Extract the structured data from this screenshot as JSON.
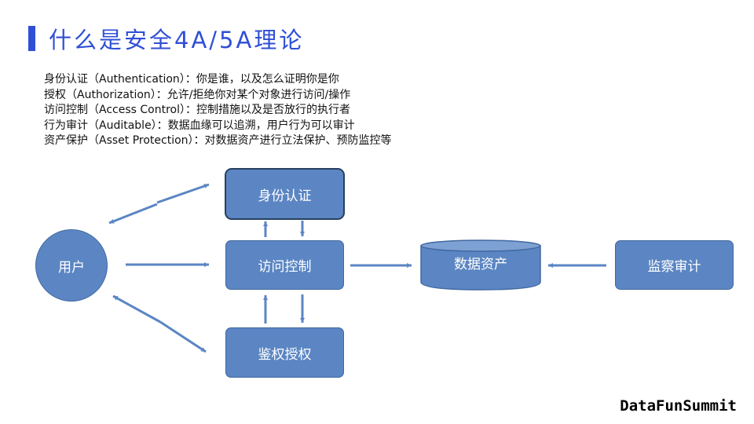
{
  "title": "什么是安全4A/5A理论",
  "definitions": [
    "身份认证（Authentication）：你是谁，以及怎么证明你是你",
    "授权（Authorization）：允许/拒绝你对某个对象进行访问/操作",
    "访问控制（Access Control）：控制措施以及是否放行的执行者",
    "行为审计（Auditable）：数据血缘可以追溯，用户行为可以审计",
    "资产保护（Asset Protection）：对数据资产进行立法保护、预防监控等"
  ],
  "nodes": {
    "user": "用户",
    "authentication": "身份认证",
    "access_control": "访问控制",
    "authorization": "鉴权授权",
    "data_assets": "数据资产",
    "audit": "监察审计"
  },
  "colors": {
    "title": "#2f4fd6",
    "node_fill": "#5b86c3",
    "node_border": "#41689f",
    "arrow": "#5b86c3"
  },
  "brand": "DataFunSummit"
}
